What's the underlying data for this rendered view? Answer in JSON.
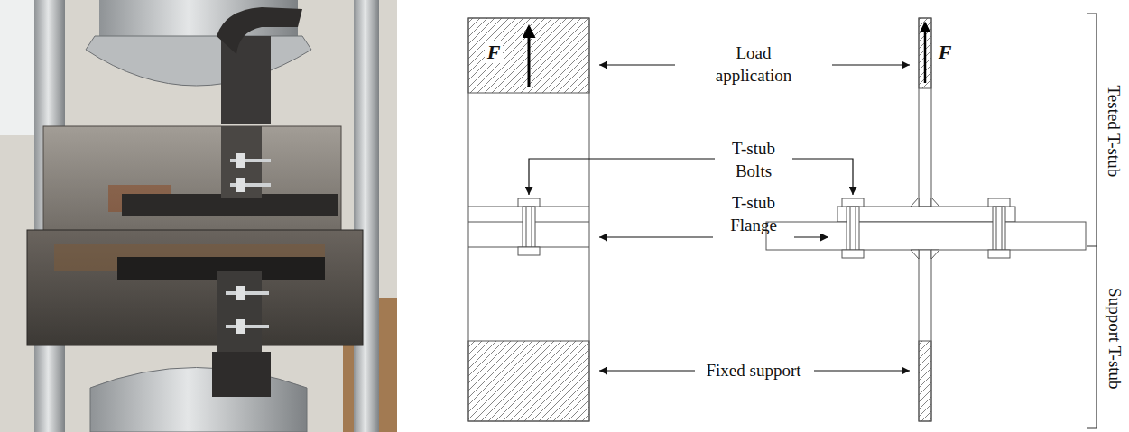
{
  "diagram": {
    "labels": [
      "F",
      "F",
      "Load application",
      "T-stub Bolts",
      "T-stub Flange",
      "Fixed support",
      "Tested T-stub",
      "Support T-stub"
    ]
  }
}
